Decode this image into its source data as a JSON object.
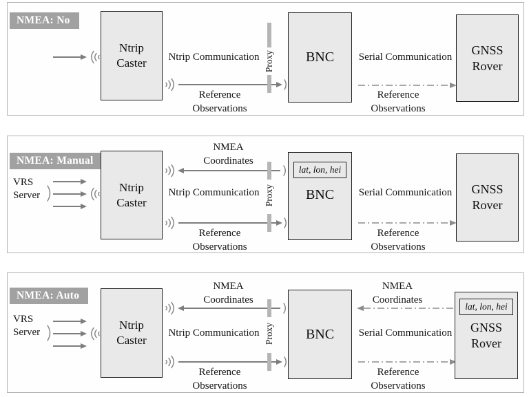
{
  "colors": {
    "badge_bg": "#a1a1a1",
    "box_fill": "#e9e9e9",
    "box_border": "#1f1f1f",
    "panel_border": "#b3b3b3",
    "solid_line": "#7d7d7d",
    "dash_line": "#8c8c8c",
    "proxy_bar": "#b5b5b5"
  },
  "panels": [
    {
      "badge": "NMEA: No",
      "caster": {
        "line1": "Ntrip",
        "line2": "Caster"
      },
      "bnc_label": "BNC",
      "rover": {
        "line1": "GNSS",
        "line2": "Rover"
      },
      "proxy_label": "Proxy",
      "ntrip_comm_label": "Ntrip Communication",
      "serial_comm_label": "Serial Communication",
      "ref_obs_left": {
        "line1": "Reference",
        "line2": "Observations"
      },
      "ref_obs_right": {
        "line1": "Reference",
        "line2": "Observations"
      }
    },
    {
      "badge": "NMEA: Manual",
      "vrs": {
        "line1": "VRS",
        "line2": "Server"
      },
      "caster": {
        "line1": "Ntrip",
        "line2": "Caster"
      },
      "nmea_coords_left": {
        "line1": "NMEA",
        "line2": "Coordinates"
      },
      "bnc_label": "BNC",
      "bnc_coords": "lat, lon, hei",
      "rover": {
        "line1": "GNSS",
        "line2": "Rover"
      },
      "proxy_label": "Proxy",
      "ntrip_comm_label": "Ntrip Communication",
      "serial_comm_label": "Serial Communication",
      "ref_obs_left": {
        "line1": "Reference",
        "line2": "Observations"
      },
      "ref_obs_right": {
        "line1": "Reference",
        "line2": "Observations"
      }
    },
    {
      "badge": "NMEA: Auto",
      "vrs": {
        "line1": "VRS",
        "line2": "Server"
      },
      "caster": {
        "line1": "Ntrip",
        "line2": "Caster"
      },
      "nmea_coords_left": {
        "line1": "NMEA",
        "line2": "Coordinates"
      },
      "nmea_coords_right": {
        "line1": "NMEA",
        "line2": "Coordinates"
      },
      "bnc_label": "BNC",
      "rover_coords": "lat, lon, hei",
      "rover": {
        "line1": "GNSS",
        "line2": "Rover"
      },
      "proxy_label": "Proxy",
      "ntrip_comm_label": "Ntrip Communication",
      "serial_comm_label": "Serial Communication",
      "ref_obs_left": {
        "line1": "Reference",
        "line2": "Observations"
      },
      "ref_obs_right": {
        "line1": "Reference",
        "line2": "Observations"
      }
    }
  ]
}
